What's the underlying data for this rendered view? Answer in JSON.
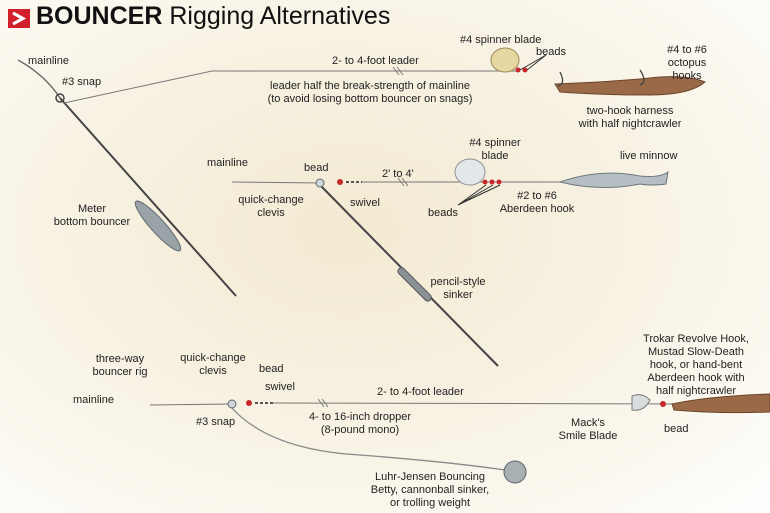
{
  "title": {
    "strong": "BOUNCER",
    "rest": "Rigging Alternatives"
  },
  "colors": {
    "accent": "#d1202c",
    "line": "#555555",
    "bead": "#c8282a",
    "worm": "#8a5a3a"
  },
  "rig1": {
    "mainline": "mainline",
    "snap": "#3 snap",
    "leader": "2- to 4-foot leader",
    "leader_note_1": "leader half the break-strength of mainline",
    "leader_note_2": "(to avoid losing bottom bouncer on snags)",
    "spinner": "#4 spinner blade",
    "beads": "beads",
    "hooks_1": "#4 to #6",
    "hooks_2": "octopus",
    "hooks_3": "hooks",
    "harness_1": "two-hook harness",
    "harness_2": "with half nightcrawler",
    "bouncer_1": "Meter",
    "bouncer_2": "bottom bouncer"
  },
  "rig2": {
    "mainline": "mainline",
    "bead": "bead",
    "leader": "2' to 4'",
    "clevis_1": "quick-change",
    "clevis_2": "clevis",
    "swivel": "swivel",
    "spinner_1": "#4 spinner",
    "spinner_2": "blade",
    "minnow": "live minnow",
    "hook_1": "#2 to #6",
    "hook_2": "Aberdeen hook",
    "beads": "beads",
    "sinker_1": "pencil-style",
    "sinker_2": "sinker"
  },
  "rig3": {
    "three_way_1": "three-way",
    "three_way_2": "bouncer rig",
    "clevis_1": "quick-change",
    "clevis_2": "clevis",
    "bead": "bead",
    "swivel": "swivel",
    "mainline": "mainline",
    "snap": "#3 snap",
    "leader": "2- to 4-foot leader",
    "dropper_1": "4- to 16-inch dropper",
    "dropper_2": "(8-pound mono)",
    "hook_1": "Trokar Revolve Hook,",
    "hook_2": "Mustad Slow-Death",
    "hook_3": "hook, or hand-bent",
    "hook_4": "Aberdeen hook with",
    "hook_5": "half nightcrawler",
    "blade_1": "Mack's",
    "blade_2": "Smile Blade",
    "bead_end": "bead",
    "weight_1": "Luhr-Jensen Bouncing",
    "weight_2": "Betty, cannonball sinker,",
    "weight_3": "or trolling weight"
  }
}
